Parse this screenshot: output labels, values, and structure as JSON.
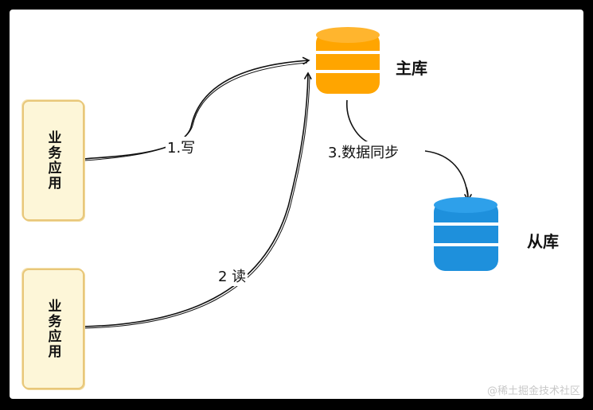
{
  "nodes": {
    "app_top": {
      "label": "业务应用"
    },
    "app_bottom": {
      "label": "业务应用"
    },
    "master_db": {
      "label": "主库",
      "color": "#FFA500"
    },
    "slave_db": {
      "label": "从库",
      "color": "#1E90DC"
    }
  },
  "edges": {
    "write": {
      "label": "1.写"
    },
    "read": {
      "label": "2 读"
    },
    "sync": {
      "label": "3.数据同步"
    }
  },
  "watermark": "@稀土掘金技术社区"
}
